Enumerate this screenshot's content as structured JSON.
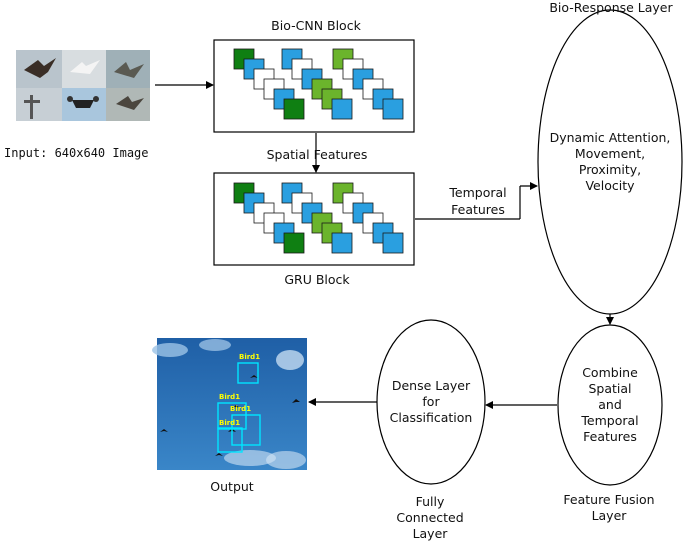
{
  "input": {
    "label": "Input: 640x640 Image"
  },
  "bio_cnn": {
    "title": "Bio-CNN Block"
  },
  "spatial": {
    "label": "Spatial Features"
  },
  "gru": {
    "title": "GRU Block"
  },
  "temporal": {
    "label_line1": "Temporal",
    "label_line2": "Features"
  },
  "bio_response": {
    "title": "Bio-Response Layer",
    "line1": "Dynamic Attention,",
    "line2": "Movement,",
    "line3": "Proximity,",
    "line4": "Velocity"
  },
  "fusion": {
    "line1": "Combine",
    "line2": "Spatial",
    "line3": "and",
    "line4": "Temporal",
    "line5": "Features",
    "caption_line1": "Feature Fusion",
    "caption_line2": "Layer"
  },
  "dense": {
    "line1": "Dense Layer",
    "line2": "for",
    "line3": "Classification",
    "caption_line1": "Fully",
    "caption_line2": "Connected",
    "caption_line3": "Layer"
  },
  "output": {
    "label": "Output",
    "detections": [
      "Bird1",
      "Bird1",
      "Bird1",
      "Bird1"
    ]
  },
  "colors": {
    "dark_green": "#0f7f12",
    "light_green": "#6bb42c",
    "blue": "#2a9fe0",
    "sky": "#2f74b5",
    "detection": "#00e5ff",
    "detection_text": "#ffff00"
  }
}
